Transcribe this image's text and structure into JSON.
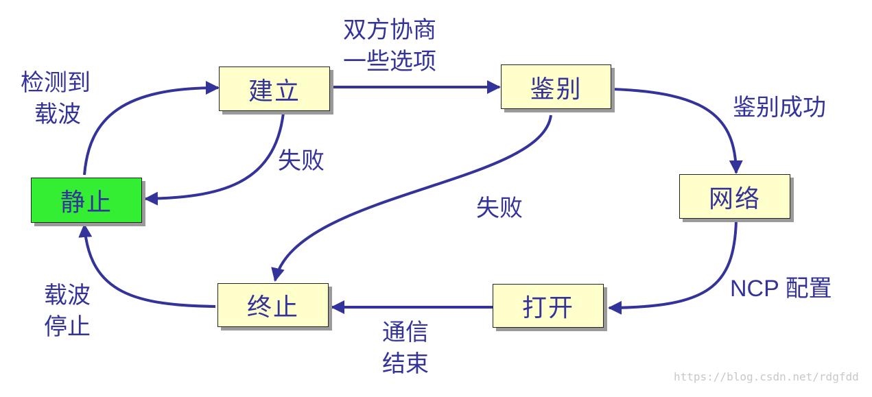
{
  "states": {
    "establish": "建立",
    "authenticate": "鉴别",
    "network": "网络",
    "open": "打开",
    "terminate": "终止",
    "dead": "静止"
  },
  "transitions": {
    "carrier_detected": [
      "检测到",
      "载波"
    ],
    "negotiate_options": [
      "双方协商",
      "一些选项"
    ],
    "auth_success": "鉴别成功",
    "establish_fail": "失败",
    "auth_fail": "失败",
    "ncp_config": "NCP 配置",
    "comm_end": [
      "通信",
      "结束"
    ],
    "carrier_stopped": [
      "载波",
      "停止"
    ]
  },
  "watermark": "https://blog.csdn.net/rdgfdd",
  "colors": {
    "arrow": "#33339a",
    "text": "#33339a",
    "box_fill": "#ffffcc",
    "idle_fill": "#33ee33",
    "shadow": "#9a9a9a"
  }
}
